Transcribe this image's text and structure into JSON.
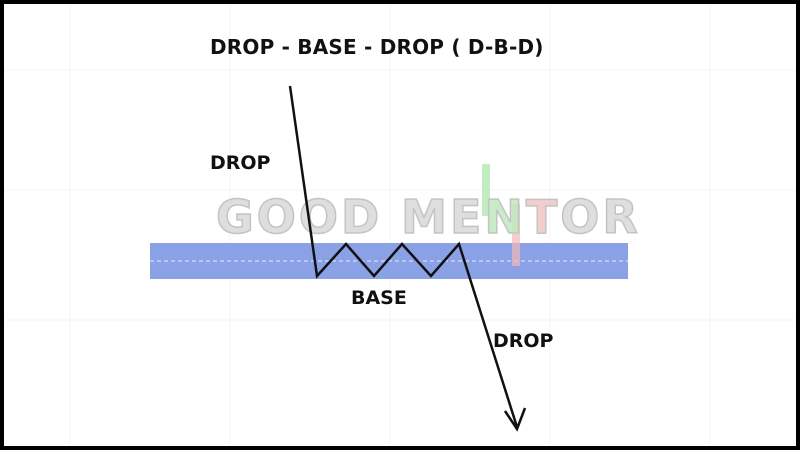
{
  "title": "DROP - BASE - DROP ( D-B-D)",
  "labels": {
    "drop_top": "DROP",
    "base": "BASE",
    "drop_bottom": "DROP"
  },
  "watermark": {
    "text_part1": "GOOD ME",
    "text_part2": "OR",
    "letter_n": "N",
    "letter_t": "T",
    "letter_color": "#d8d8d8",
    "n_color": "#a8e6a8",
    "t_color": "#f2b8b8"
  },
  "colors": {
    "zone": "#8aa1e6",
    "line": "#111111",
    "frame": "#000000",
    "background": "#ffffff"
  }
}
